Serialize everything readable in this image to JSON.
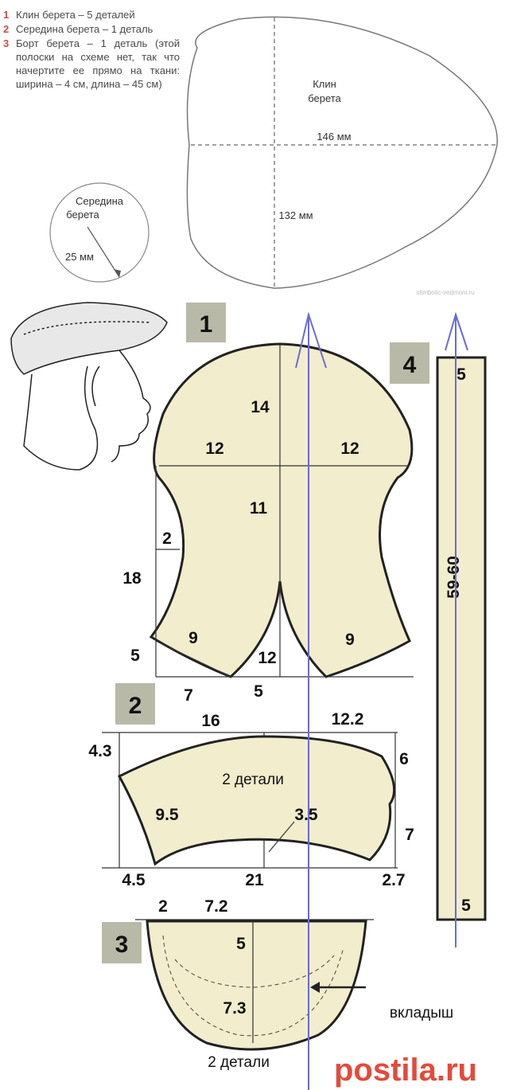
{
  "legend": [
    {
      "num": "1",
      "text": "Клин берета – 5 деталей"
    },
    {
      "num": "2",
      "text": "Середина берета – 1 деталь"
    },
    {
      "num": "3",
      "text": "Борт берета – 1 деталь (этой полоски на схеме нет, так что начертите ее прямо на ткани: ширина – 4 см, длина – 45 см)"
    }
  ],
  "top_diagram": {
    "circle_title": "Середина берета",
    "circle_dim": "25 мм",
    "wedge_title_line1": "Клин",
    "wedge_title_line2": "берета",
    "width_dim": "146 мм",
    "height_dim": "132 мм",
    "watermark": "stimbolic-vedmoni.ru"
  },
  "badges": {
    "b1": "1",
    "b2": "2",
    "b3": "3",
    "b4": "4"
  },
  "piece1": {
    "d14": "14",
    "d12_left": "12",
    "d12_right": "12",
    "d11": "11",
    "d2": "2",
    "d18": "18",
    "d9_left": "9",
    "d9_right": "9",
    "d5_left": "5",
    "d12_bottom": "12",
    "d7": "7",
    "d5_bottom": "5"
  },
  "piece2": {
    "d16": "16",
    "d12_2": "12.2",
    "d4_3": "4.3",
    "d6": "6",
    "label": "2 детали",
    "d9_5": "9.5",
    "d3_5": "3.5",
    "d7": "7",
    "d4_5": "4.5",
    "d21": "21",
    "d2_7": "2.7"
  },
  "piece3": {
    "d2": "2",
    "d7_2": "7.2",
    "d5": "5",
    "d7_3": "7.3",
    "insert_label": "вкладыш",
    "label": "2 детали"
  },
  "piece4": {
    "d5_top": "5",
    "length": "59-60",
    "d5_bottom": "5"
  },
  "site_logo": "postila.ru"
}
